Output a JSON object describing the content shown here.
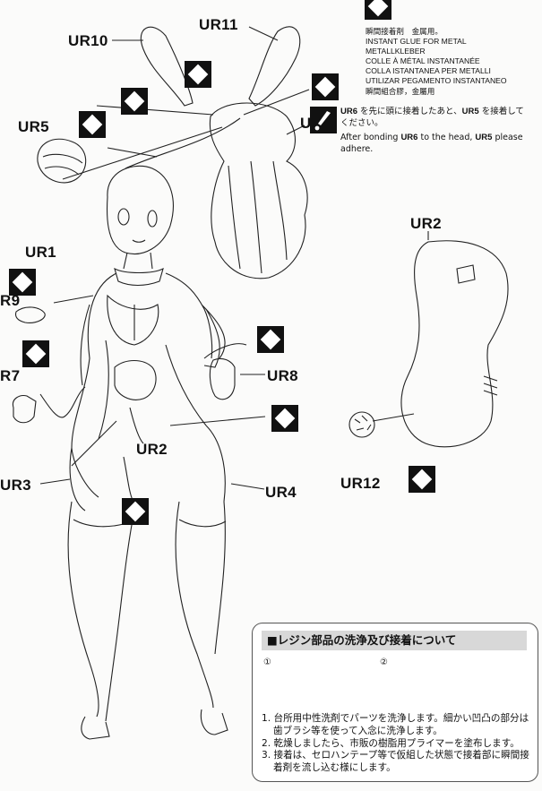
{
  "parts": {
    "ur10": "UR10",
    "ur11": "UR11",
    "ur5": "UR5",
    "ur6": "UR6",
    "ur1": "UR1",
    "ur9": "R9",
    "ur7": "R7",
    "ur8": "UR8",
    "ur2_body": "UR2",
    "ur2_torso": "UR2",
    "ur3": "UR3",
    "ur4": "UR4",
    "ur12": "UR12"
  },
  "glue_legend": {
    "icon": "instant-glue-diamond",
    "lines": [
      "瞬間接着剤　金属用。",
      "INSTANT GLUE FOR METAL",
      "METALLKLEBER",
      "COLLE À MÉTAL INSTANTANÉE",
      "COLLA ISTANTANEA PER METALLI",
      "UTILIZAR PEGAMENTO INSTANTANEO",
      "瞬間組合膠，金屬用"
    ]
  },
  "note": {
    "icon": "caution-icon",
    "jp_part_a": "UR6",
    "jp_text_a": " を先に頭に接着したあと、",
    "jp_part_b": "UR5",
    "jp_text_b": " を接着してください。",
    "en_text_a": "After bonding ",
    "en_part_a": "UR6",
    "en_text_b": " to the head, ",
    "en_part_b": "UR5",
    "en_text_c": " please adhere."
  },
  "wash_box": {
    "title": "■レジン部品の洗浄及び接着について",
    "step1": "①",
    "step2": "②",
    "instructions": [
      "1. 台所用中性洗剤でパーツを洗浄します。細かい凹凸の部分は歯ブラシ等を使って入念に洗浄します。",
      "2. 乾燥しましたら、市販の樹脂用プライマーを塗布します。",
      "3. 接着は、セロハンテープ等で仮組した状態で接着部に瞬間接着剤を流し込む様にします。"
    ]
  }
}
